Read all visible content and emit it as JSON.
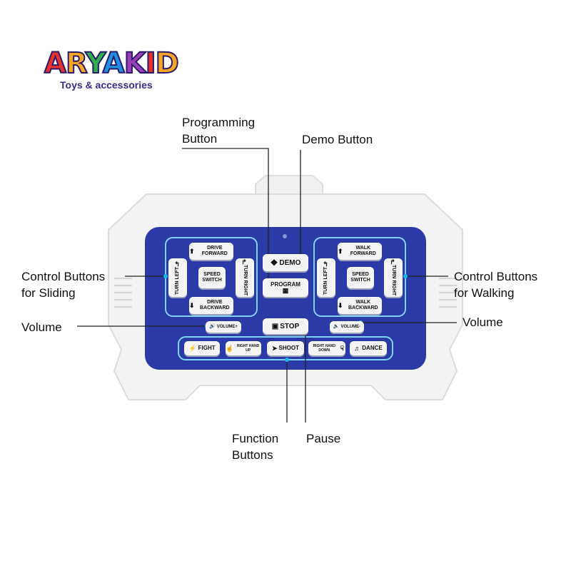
{
  "brand": {
    "logo_text": "ARYAKID",
    "tagline": "Toys & accessories",
    "logo_colors": [
      "#e8302d",
      "#f5a623",
      "#2bb24c",
      "#1f8fe0",
      "#9b3fb8",
      "#e8302d",
      "#f5a623"
    ]
  },
  "callouts": {
    "programming": "Programming\nButton",
    "demo": "Demo Button",
    "control_sliding": "Control Buttons\nfor Sliding",
    "control_walking": "Control Buttons\nfor Walking",
    "volume_left": "Volume",
    "volume_right": "Volume",
    "function_buttons": "Function\nButtons",
    "pause": "Pause"
  },
  "remote": {
    "colors": {
      "panel": "#2b3aa6",
      "body": "#f2f2f2",
      "frame": "#7fd4f5",
      "dot": "#19b7e8"
    },
    "sliding": {
      "drive_forward": "DRIVE FORWARD",
      "drive_backward": "DRIVE BACKWARD",
      "turn_left": "TURN LEFT",
      "turn_right": "TURN RIGHT",
      "speed_switch": "SPEED SWITCH"
    },
    "walking": {
      "walk_forward": "WALK FORWARD",
      "walk_backward": "WALK BACKWARD",
      "turn_left": "TURN LEFT",
      "turn_right": "TURN RIGHT",
      "speed_switch": "SPEED SWITCH"
    },
    "demo": "DEMO",
    "program": "PROGRAM",
    "stop": "STOP",
    "volume_up": "VOLUME+",
    "volume_down": "VOLUME-",
    "functions": {
      "fight": "FIGHT",
      "right_hand_up": "RIGHT HAND UP",
      "shoot": "SHOOT",
      "right_hand_down": "RIGHT HAND DOWN",
      "dance": "DANCE"
    }
  }
}
